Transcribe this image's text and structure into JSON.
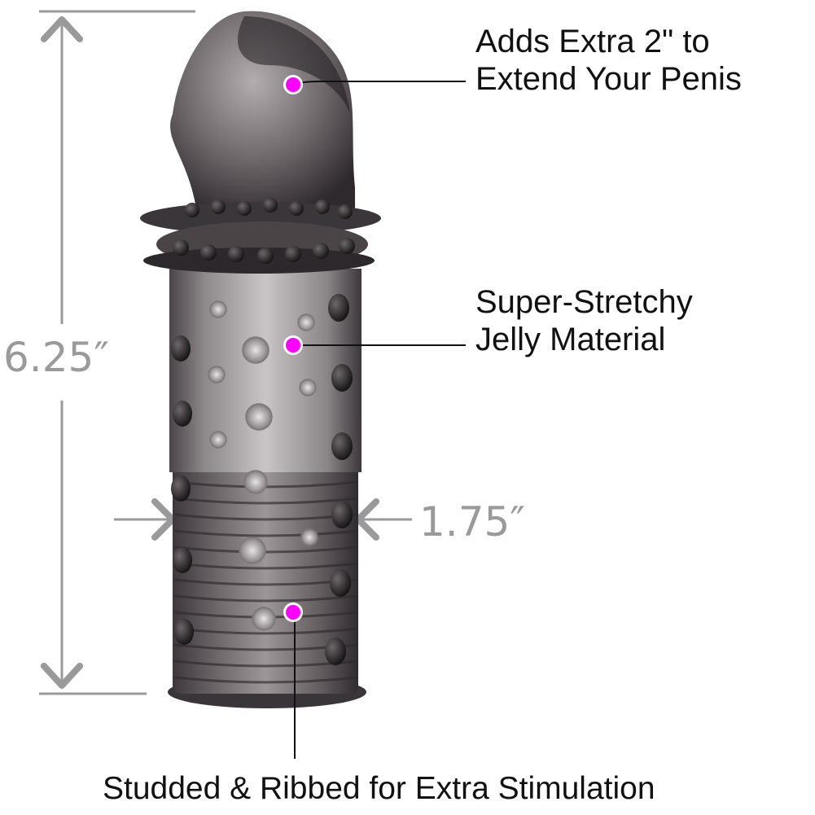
{
  "callouts": {
    "top": {
      "line1": "Adds Extra 2\" to",
      "line2": "Extend Your Penis"
    },
    "middle": {
      "line1": "Super-Stretchy",
      "line2": "Jelly Material"
    },
    "bottom": {
      "text": "Studded & Ribbed for Extra Stimulation"
    }
  },
  "dimensions": {
    "height": "6.25″",
    "width": "1.75″"
  },
  "colors": {
    "marker": "#ff00ff",
    "dimension_gray": "#9a9a9a",
    "text": "#111111",
    "product_smoke": "#6b6668"
  },
  "product": {
    "image": "product-sleeve-photo",
    "icons": [
      "dimension-arrow-icon",
      "callout-marker-icon"
    ]
  }
}
